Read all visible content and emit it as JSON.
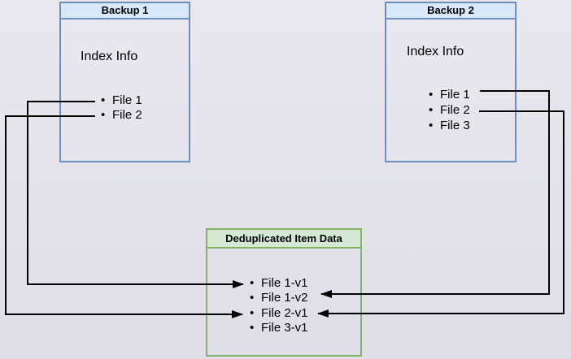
{
  "diagram": {
    "background_color": "#e5e4ec",
    "connector_color": "#000000",
    "boxes": {
      "backup1": {
        "title": "Backup 1",
        "subtitle": "Index Info",
        "items": [
          "File 1",
          "File 2"
        ],
        "header_fill": "#dae8fc",
        "border_color": "#6c8ebf"
      },
      "backup2": {
        "title": "Backup 2",
        "subtitle": "Index Info",
        "items": [
          "File 1",
          "File 2",
          "File 3"
        ],
        "header_fill": "#dae8fc",
        "border_color": "#6c8ebf"
      },
      "dedup": {
        "title": "Deduplicated Item Data",
        "items": [
          "File 1-v1",
          "File 1-v2",
          "File 2-v1",
          "File 3-v1"
        ],
        "header_fill": "#d5e8d4",
        "border_color": "#82b366"
      }
    },
    "connections": [
      {
        "from": "Backup 1 / File 1",
        "to": "File 1-v1"
      },
      {
        "from": "Backup 1 / File 2",
        "to": "File 2-v1"
      },
      {
        "from": "Backup 2 / File 1",
        "to": "File 1-v2"
      },
      {
        "from": "Backup 2 / File 2",
        "to": "File 2-v1"
      }
    ]
  }
}
